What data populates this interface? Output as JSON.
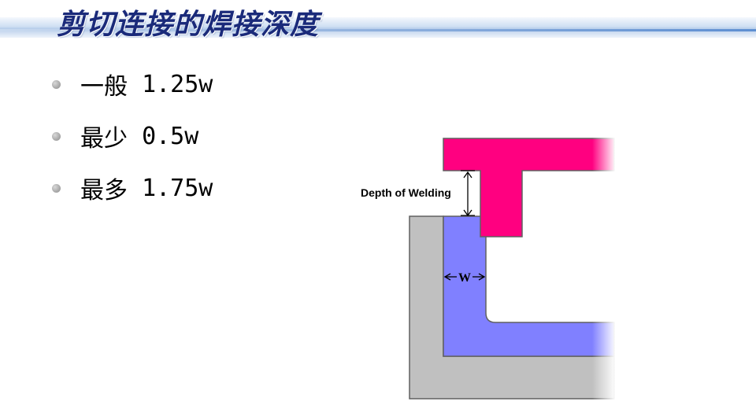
{
  "title": "剪切连接的焊接深度",
  "bullets": [
    {
      "label": "一般",
      "value": "1.25w"
    },
    {
      "label": "最少",
      "value": "0.5w"
    },
    {
      "label": "最多",
      "value": "1.75w"
    }
  ],
  "diagram": {
    "depth_label": "Depth of Welding",
    "width_label": "W",
    "colors": {
      "tee_member": "#ff0080",
      "weld": "#8080ff",
      "angle": "#c0c0c0",
      "outline": "#606060"
    }
  }
}
